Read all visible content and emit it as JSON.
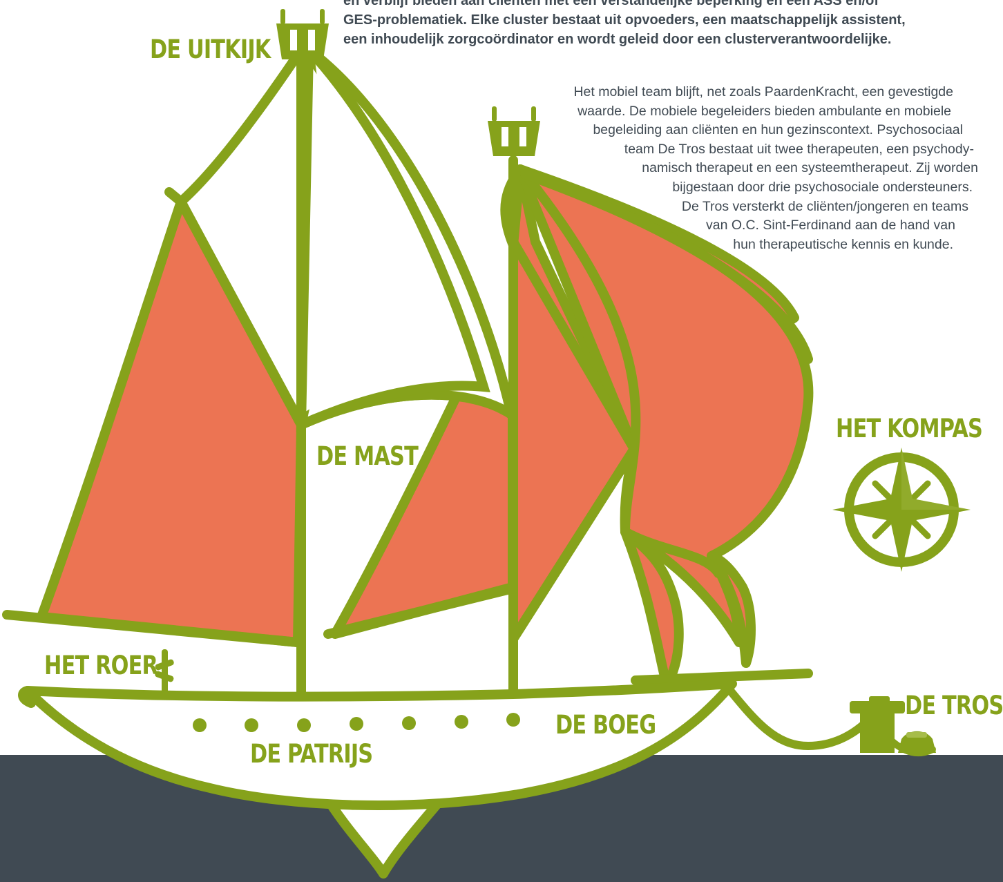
{
  "colors": {
    "accent_green": "#86a21b",
    "sail_orange": "#ec7453",
    "sea": "#404a53",
    "text": "#404a53"
  },
  "labels": {
    "uitkijk": "DE UITKIJK",
    "mast": "DE MAST",
    "kompas": "HET KOMPAS",
    "roer": "HET ROER",
    "boeg": "DE BOEG",
    "patrijs": "DE PATRIJS",
    "tros": "DE TROS"
  },
  "intro_lines": [
    "en verblijf bieden aan cliënten met een verstandelijke beperking en een ASS en/of",
    "GES-problematiek. Elke cluster bestaat uit opvoeders, een maatschappelijk assistent,",
    "een inhoudelijk zorgcoördinator en wordt geleid door een clusterverantwoordelijke."
  ],
  "body_lines": [
    "Het mobiel team blijft, net zoals PaardenKracht, een gevestigde",
    "waarde. De mobiele begeleiders bieden ambulante en mobiele",
    "begeleiding aan cliënten en hun gezinscontext. Psychosociaal",
    "team De Tros bestaat uit twee therapeuten, een psychody-",
    "namisch therapeut en een systeemtherapeut. Zij worden",
    "bijgestaan door drie psychosociale ondersteuners.",
    "De Tros versterkt de cliënten/jongeren en teams",
    "van O.C. Sint-Ferdinand aan de hand van",
    "hun therapeutische kennis en kunde."
  ],
  "icons": {
    "compass": "compass-rose-icon",
    "bollard": "mooring-bollard-icon",
    "helm": "helm-icon"
  }
}
